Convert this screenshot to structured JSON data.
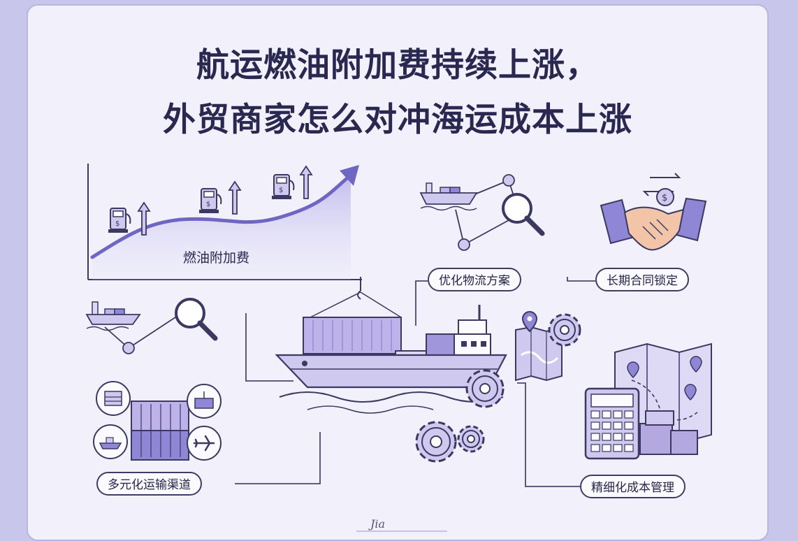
{
  "title": {
    "line1": "航运燃油附加费持续上涨，",
    "line2": "外贸商家怎么对冲海运成本上涨"
  },
  "chart": {
    "label": "燃油附加费"
  },
  "labels": {
    "optimize_logistics": "优化物流方案",
    "long_term_contract": "长期合同锁定",
    "diversify_channels": "多元化运输渠道",
    "cost_management": "精细化成本管理"
  },
  "icons": {
    "fuel_pump": "fuel-pump-icon",
    "ship": "cargo-ship-icon",
    "magnifier": "magnifier-icon",
    "handshake": "handshake-icon",
    "map": "map-icon",
    "gear": "gear-icon",
    "calculator": "calculator-icon",
    "airplane": "airplane-icon",
    "container": "container-icon",
    "hook": "crane-hook-icon"
  },
  "colors": {
    "ink": "#2a2850",
    "accent": "#7b72cc",
    "lavender": "#b8b0e6",
    "light": "#dedaf6",
    "skin": "#f2c4a8"
  },
  "signature": "Jia"
}
